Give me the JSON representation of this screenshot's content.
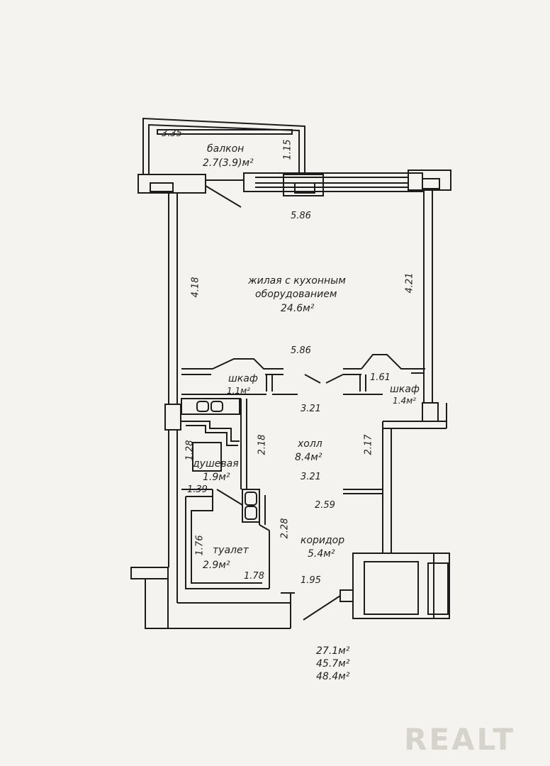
{
  "rooms": {
    "balcony": {
      "name": "балкон",
      "area": "2.7(3.9)м²",
      "dim_width": "3.35",
      "dim_depth": "1.15"
    },
    "living": {
      "name_line1": "жилая с кухонным",
      "name_line2": "оборудованием",
      "area": "24.6м²",
      "dim_top": "5.86",
      "dim_bottom": "5.86",
      "dim_left": "4.18",
      "dim_right": "4.21"
    },
    "closet_left": {
      "name": "шкаф",
      "area": "1.1м²"
    },
    "closet_right": {
      "name": "шкаф",
      "area": "1.4м²",
      "dim": "1.61"
    },
    "hall": {
      "name": "холл",
      "area": "8.4м²",
      "dim_top": "3.21",
      "dim_bottom": "3.21",
      "dim_left": "2.18",
      "dim_right": "2.17"
    },
    "shower": {
      "name": "душевая",
      "area": "1.9м²",
      "dim_a": "1.28",
      "dim_b": "1.39"
    },
    "corridor": {
      "name": "коридор",
      "area": "5.4м²",
      "dim_top": "2.59",
      "dim_side": "2.28",
      "dim_bottom": "1.95"
    },
    "toilet": {
      "name": "туалет",
      "area": "2.9м²",
      "dim_side": "1.76",
      "dim_bottom": "1.78"
    }
  },
  "totals": [
    "27.1м²",
    "45.7м²",
    "48.4м²"
  ],
  "watermark": "REALT"
}
